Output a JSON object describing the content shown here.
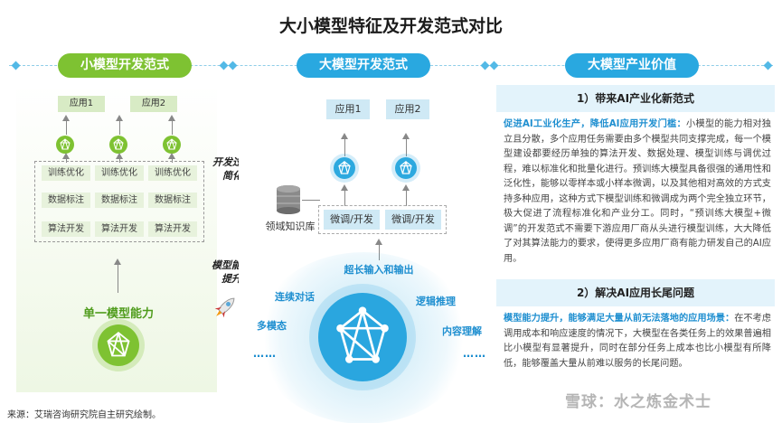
{
  "title": "大小模型特征及开发范式对比",
  "headers": {
    "left": "小模型开发范式",
    "mid": "大模型开发范式",
    "right": "大模型产业价值"
  },
  "left": {
    "apps": [
      "应用1",
      "应用2"
    ],
    "stack_rows": [
      "训练优化",
      "数据标注",
      "算法开发"
    ],
    "side_label_1": "开发过程简化",
    "side_label_2": "模型能力提升",
    "capability": "单一模型能力"
  },
  "mid": {
    "apps": [
      "应用1",
      "应用2"
    ],
    "finetune": [
      "微调/开发",
      "微调/开发"
    ],
    "knowledge_base": "领域知识库",
    "long_io": "超长输入和输出",
    "features": [
      "连续对话",
      "逻辑推理",
      "多模态",
      "内容理解"
    ],
    "dots": "……"
  },
  "right": {
    "sec1_title": "1）带来AI产业化新范式",
    "sec1_highlight": "促进AI工业化生产，降低AI应用开发门槛：",
    "sec1_text": "小模型的能力相对独立且分散，多个应用任务需要由多个模型共同支撑完成，每一个模型建设都要经历单独的算法开发、数据处理、模型训练与调优过程，难以标准化和批量化进行。预训练大模型具备很强的通用性和泛化性，能够以零样本或小样本微调，以及其他相对高效的方式支持多种应用，这种方式下模型训练和微调成为两个完全独立环节，极大促进了流程标准化和产业分工。同时，“预训练大模型+微调”的开发范式不需要下游应用厂商从头进行模型训练，大大降低了对其算法能力的要求，使得更多应用厂商有能力研发自己的AI应用。",
    "sec2_title": "2）解决AI应用长尾问题",
    "sec2_highlight": "模型能力提升，能够满足大量从前无法落地的应用场景：",
    "sec2_text": "在不考虑调用成本和响应速度的情况下，大模型在各类任务上的效果普遍相比小模型有显著提升，同时在部分任务上成本也比小模型有所降低，能够覆盖大量从前难以服务的长尾问题。"
  },
  "source": "来源：艾瑞咨询研究院自主研究绘制。",
  "watermark": "雪球：水之炼金术士",
  "colors": {
    "green": "#7ec232",
    "blue": "#29a8e0",
    "highlight_blue": "#1f8fd0"
  }
}
